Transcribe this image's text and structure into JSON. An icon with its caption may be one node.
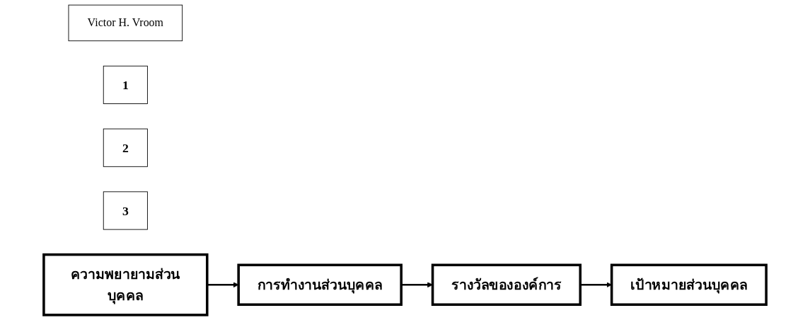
{
  "diagram": {
    "nodes": [
      {
        "text": [
          "Victor H. Vroom"
        ]
      },
      {
        "text": [
          "1"
        ]
      },
      {
        "text": [
          "2"
        ]
      },
      {
        "text": [
          "3"
        ]
      },
      {
        "text": [
          "ความพยายามส่วนบุคคล"
        ]
      },
      {
        "text": [
          "การทำงานส่วนบุคคล"
        ]
      },
      {
        "text": [
          "รางวัลขององค์การ"
        ]
      },
      {
        "text": [
          "เป้าหมายส่วนบุคคล"
        ]
      }
    ],
    "edges": [
      {
        "from": 4,
        "to": 5,
        "arrow": "to"
      },
      {
        "from": 5,
        "to": 6,
        "arrow": "to"
      },
      {
        "from": 6,
        "to": 7,
        "arrow": "to"
      }
    ]
  }
}
